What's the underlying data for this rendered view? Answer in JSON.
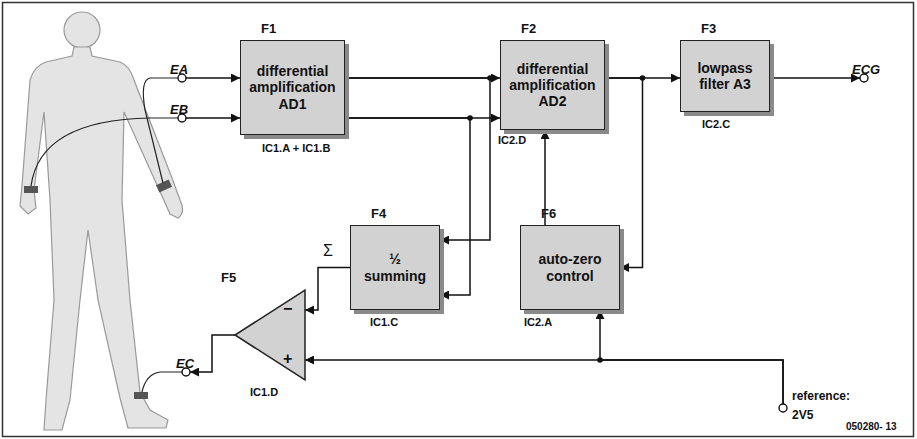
{
  "diagram": {
    "nodes": [
      {
        "text": [
          "EA"
        ]
      },
      {
        "text": [
          "EB"
        ]
      },
      {
        "text": [
          "F1",
          "differential amplification AD1"
        ]
      },
      {
        "text": [
          "F2",
          "differential amplification AD2"
        ]
      },
      {
        "text": [
          "F3",
          "lowpass filter A3"
        ]
      },
      {
        "text": [
          "ECG"
        ]
      },
      {
        "text": [
          "F4",
          "½",
          "summing"
        ]
      },
      {
        "text": [
          "F6",
          "auto-zero control"
        ]
      },
      {
        "text": [
          "F5",
          "−",
          "+"
        ]
      },
      {
        "text": [
          "EC"
        ]
      },
      {
        "text": [
          "reference: 2V5"
        ]
      }
    ],
    "edges": [
      {
        "from": 0,
        "to": 2,
        "arrow": "to"
      },
      {
        "from": 1,
        "to": 2,
        "arrow": "to"
      },
      {
        "from": 2,
        "to": 3,
        "arrow": "to"
      },
      {
        "from": 2,
        "to": 3,
        "arrow": "to"
      },
      {
        "from": 2,
        "to": 6,
        "arrow": "to"
      },
      {
        "from": 2,
        "to": 6,
        "arrow": "to"
      },
      {
        "from": 3,
        "to": 4,
        "arrow": "to"
      },
      {
        "from": 4,
        "to": 5,
        "arrow": "to"
      },
      {
        "from": 3,
        "to": 7,
        "arrow": "to"
      },
      {
        "from": 7,
        "to": 3,
        "arrow": "to"
      },
      {
        "from": 6,
        "to": 8,
        "arrow": "to"
      },
      {
        "from": 8,
        "to": 9,
        "arrow": "to"
      },
      {
        "from": 10,
        "to": 7,
        "arrow": "to"
      },
      {
        "from": 10,
        "to": 8,
        "arrow": "to"
      }
    ],
    "labels": [
      "IC1.A + IC1.B",
      "IC2.D",
      "IC2.C",
      "IC1.C",
      "IC2.A",
      "IC1.D",
      "Σ",
      "050280- 13"
    ]
  }
}
